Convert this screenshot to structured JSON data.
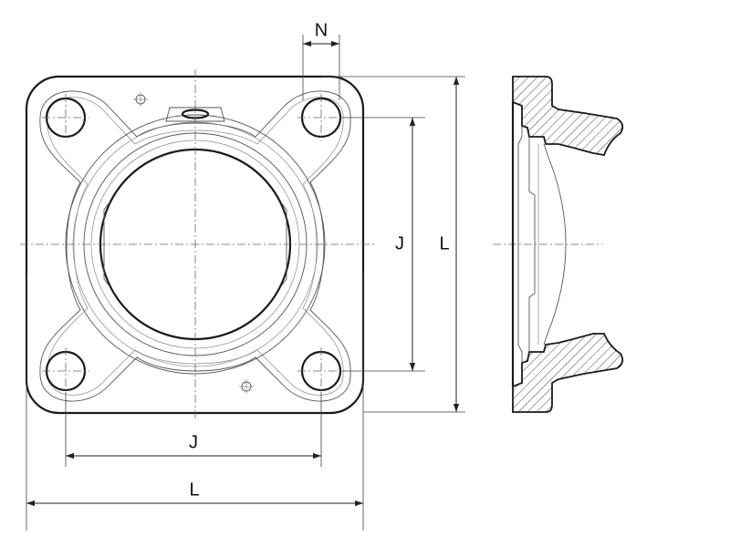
{
  "dimensions": {
    "n_label": "N",
    "j_horizontal_label": "J",
    "l_horizontal_label": "L",
    "j_vertical_label": "J",
    "l_vertical_label": "L"
  },
  "colors": {
    "line": "#1a1a1a",
    "background": "#ffffff"
  }
}
